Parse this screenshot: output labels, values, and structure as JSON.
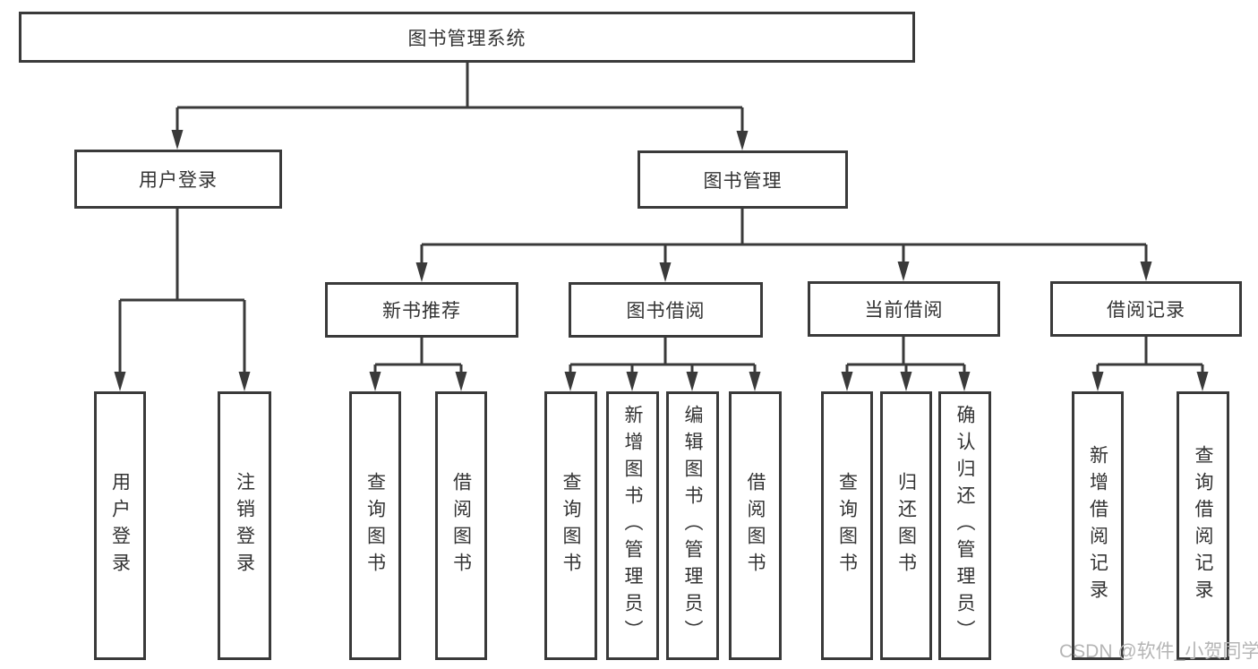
{
  "diagram": {
    "root": {
      "label": "图书管理系统"
    },
    "level2": [
      {
        "id": "user-login",
        "label": "用户登录",
        "children": [
          {
            "label": "用户登录"
          },
          {
            "label": "注销登录"
          }
        ]
      },
      {
        "id": "book-management",
        "label": "图书管理",
        "sections": [
          {
            "label": "新书推荐",
            "children": [
              {
                "label": "查询图书"
              },
              {
                "label": "借阅图书"
              }
            ]
          },
          {
            "label": "图书借阅",
            "children": [
              {
                "label": "查询图书"
              },
              {
                "label": "新增图书（管理员）"
              },
              {
                "label": "编辑图书（管理员）"
              },
              {
                "label": "借阅图书"
              }
            ]
          },
          {
            "label": "当前借阅",
            "children": [
              {
                "label": "查询图书"
              },
              {
                "label": "归还图书"
              },
              {
                "label": "确认归还（管理员）"
              }
            ]
          },
          {
            "label": "借阅记录",
            "children": [
              {
                "label": "新增借阅记录"
              },
              {
                "label": "查询借阅记录"
              }
            ]
          }
        ]
      }
    ]
  },
  "watermark": {
    "text": "CSDN @软件_小贺同学"
  },
  "colors": {
    "line": "#3a3a3a",
    "text": "#333333",
    "watermark": "#b5b5b5",
    "background": "#ffffff"
  }
}
